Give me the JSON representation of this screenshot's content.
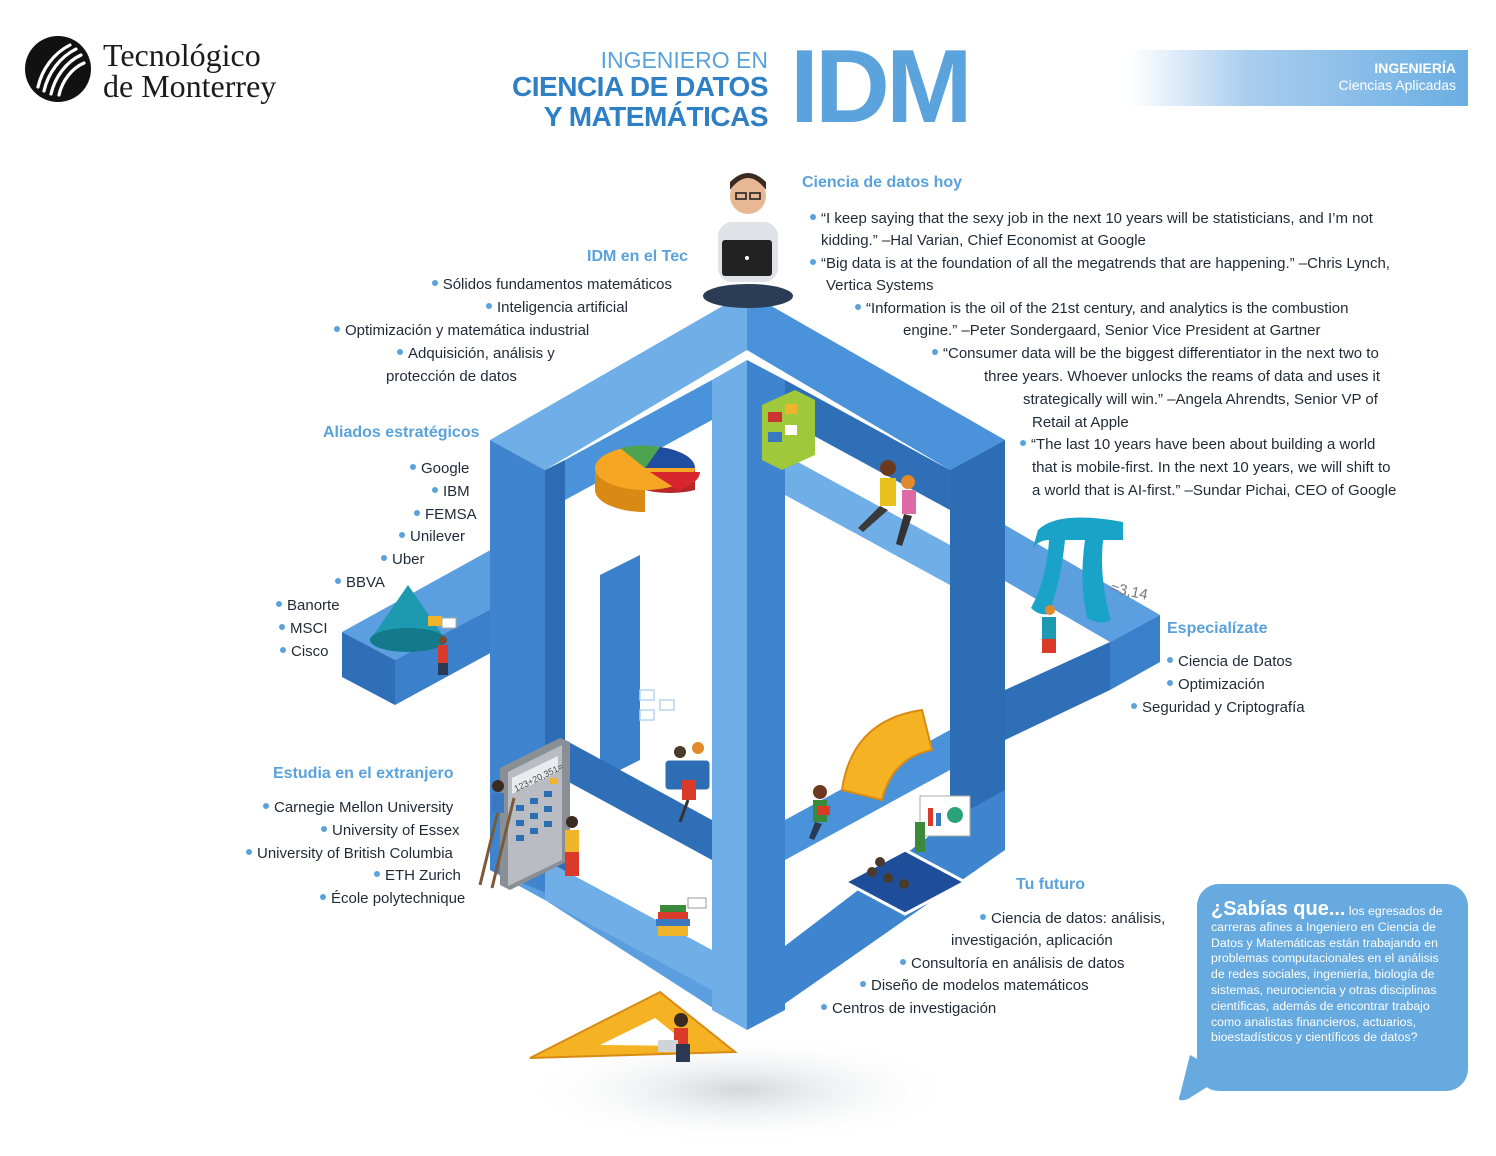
{
  "header": {
    "logo_line1": "Tecnológico",
    "logo_line2": "de Monterrey",
    "title_line1": "INGENIERO EN",
    "title_line2": "CIENCIA DE DATOS",
    "title_line3": "Y MATEMÁTICAS",
    "program_code": "IDM",
    "category": "INGENIERÍA",
    "subcategory": "Ciencias Aplicadas"
  },
  "colors": {
    "accent": "#5aa2dc",
    "accent_dark": "#2f7fc4",
    "structure": "#3f84cf",
    "structure_dark": "#2d6db3",
    "structure_light": "#6faee6"
  },
  "sections": {
    "idm_tec": {
      "title": "IDM en el Tec",
      "items": [
        "Sólidos fundamentos matemáticos",
        "Inteligencia artificial",
        "Optimización y matemática industrial",
        "Adquisición, análisis y"
      ],
      "continuation": "protección de datos"
    },
    "aliados": {
      "title": "Aliados estratégicos",
      "items": [
        "Google",
        "IBM",
        "FEMSA",
        "Unilever",
        "Uber",
        "BBVA",
        "Banorte",
        "MSCI",
        "Cisco"
      ]
    },
    "extranjero": {
      "title": "Estudia en el extranjero",
      "items": [
        "Carnegie Mellon University",
        "University of Essex",
        "University of British Columbia",
        "ETH Zurich",
        "École polytechnique"
      ]
    },
    "especializate": {
      "title": "Especialízate",
      "items": [
        "Ciencia de Datos",
        "Optimización",
        "Seguridad y Criptografía"
      ]
    },
    "futuro": {
      "title": "Tu futuro",
      "items": [
        "Ciencia de datos: análisis,",
        "Consultoría en análisis de datos",
        "Diseño de modelos matemáticos",
        "Centros de investigación"
      ],
      "continuation": "investigación, aplicación"
    },
    "hoy": {
      "title": "Ciencia de datos hoy",
      "lines": [
        "“I keep saying that the sexy job in the next 10 years will be statisticians, and I’m not",
        "kidding.” –Hal Varian, Chief Economist at Google",
        "“Big data is at the foundation of all the megatrends that are happening.” –Chris Lynch,",
        "Vertica Systems",
        "“Information is the oil of the 21st century, and analytics is the combustion",
        "engine.” –Peter Sondergaard, Senior Vice President at Gartner",
        "“Consumer data will be the biggest differentiator in the next two to",
        "three years. Whoever unlocks the reams of data and uses it",
        "strategically will win.” –Angela Ahrendts, Senior VP of",
        "Retail at Apple",
        "“The last 10 years have been about building a world",
        "that is mobile-first. In the next 10 years, we will shift to",
        "a world that is AI-first.”  –Sundar Pichai, CEO of Google"
      ]
    }
  },
  "illustration": {
    "calculator_display": "123+20,351=",
    "pi_approx": "≈3,14"
  },
  "sabias": {
    "lead": "¿Sabías que...",
    "line1": "los egresados de",
    "lines": [
      "carreras afines a Ingeniero en Ciencia de",
      "Datos y Matemáticas están trabajando en",
      "problemas computacionales en el análisis",
      "de redes sociales, ingeniería, biología de",
      "sistemas, neurociencia y otras disciplinas",
      "científicas, además de encontrar trabajo",
      "como analistas financieros, actuarios,",
      "bioestadísticos y científicos de datos?"
    ]
  }
}
